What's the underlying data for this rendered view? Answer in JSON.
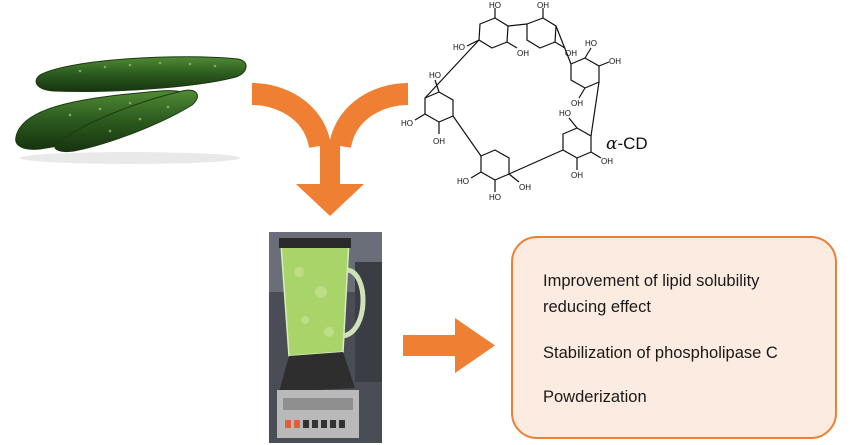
{
  "molecule": {
    "label_prefix": "α",
    "label_suffix": "-CD",
    "groups": [
      "HO",
      "OH"
    ]
  },
  "effects": {
    "line1": "Improvement of lipid solubility",
    "line2": "reducing effect",
    "line3": "Stabilization of phospholipase C",
    "line4": "Powderization"
  },
  "colors": {
    "arrow": "#ee7f33",
    "box_border": "#ee7f33",
    "box_fill": "#fcebe0",
    "cucumber": "#2c5a1f",
    "blender_liquid": "#a9d46a"
  },
  "icons": {
    "cucumbers": "cucumber-photo",
    "blender": "blender-photo",
    "molecule": "cyclodextrin-structure"
  }
}
